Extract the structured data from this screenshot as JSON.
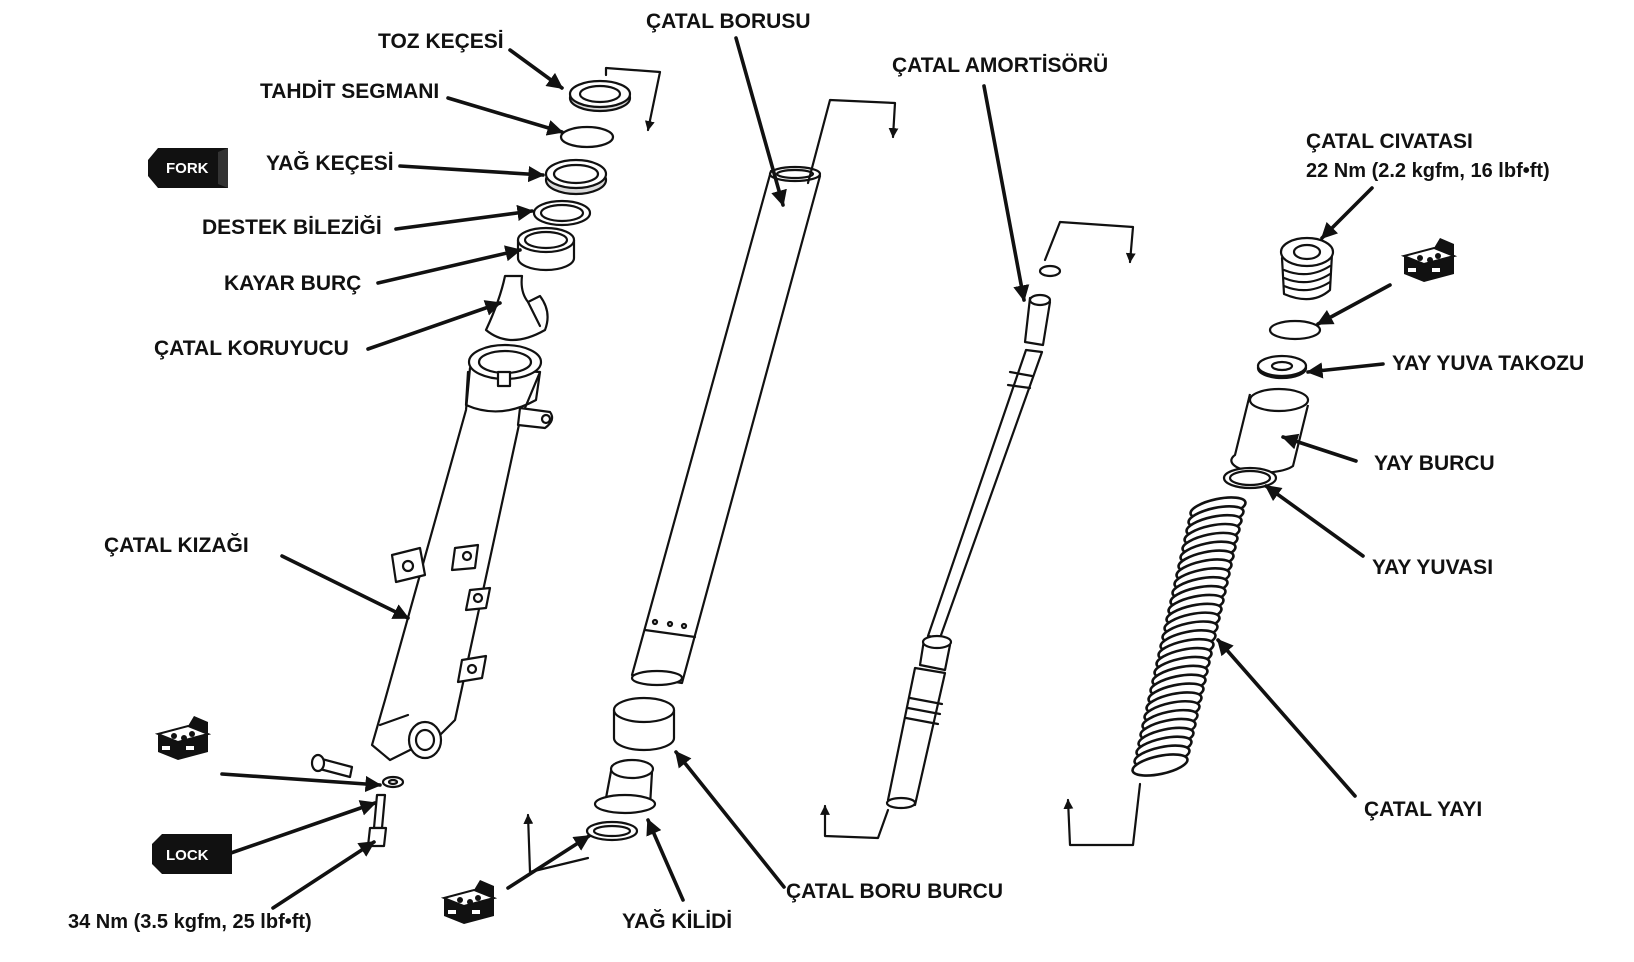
{
  "labels": {
    "toz_kecesi": "TOZ KEÇESİ",
    "tahdit_segmani": "TAHDİT SEGMANI",
    "yag_kecesi": "YAĞ KEÇESİ",
    "destek_bilezigi": "DESTEK BİLEZİĞİ",
    "kayar_burc": "KAYAR BURÇ",
    "catal_koruyucu": "ÇATAL KORUYUCU",
    "catal_kizagi": "ÇATAL KIZAĞI",
    "torque_bottom": "34 Nm  (3.5 kgfm, 25 lbf•ft)",
    "catal_borusu": "ÇATAL BORUSU",
    "catal_boru_burcu": "ÇATAL BORU BURCU",
    "yag_kilidi": "YAĞ KİLİDİ",
    "catal_amortisoru": "ÇATAL AMORTİSÖRÜ",
    "catal_civatasi": "ÇATAL CIVATASI",
    "torque_top": "22 Nm  (2.2 kgfm, 16 lbf•ft)",
    "yay_yuva_takozu": "YAY YUVA TAKOZU",
    "yay_burcu": "YAY BURCU",
    "yay_yuvasi": "YAY YUVASI",
    "catal_yayi": "ÇATAL YAYI"
  },
  "tags": {
    "fork": "FORK",
    "lock": "LOCK"
  },
  "icons": {
    "fork_tag": "fork-tag-icon",
    "lock_tag": "lock-tag-icon",
    "oil_can": "oil-can-icon"
  },
  "colors": {
    "line": "#111111",
    "tag_fill": "#111111",
    "background": "#ffffff"
  }
}
